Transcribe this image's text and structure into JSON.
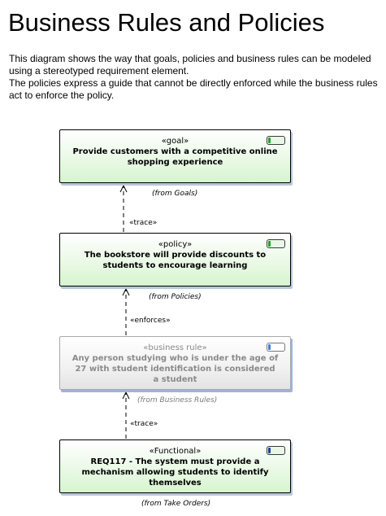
{
  "title": "Business Rules and Policies",
  "description": [
    "This diagram shows the way that goals, policies and business rules can be modeled using a stereotyped requirement element.",
    "The policies express a guide that cannot be directly enforced while the business rules act to enforce the policy."
  ],
  "elements": {
    "goal": {
      "stereotype": "«goal»",
      "name": "Provide customers with a competitive online shopping experience",
      "from": "(from Goals)",
      "badge_icon": "requirement-icon"
    },
    "policy": {
      "stereotype": "«policy»",
      "name": "The bookstore will provide discounts to students to encourage learning",
      "from": "(from Policies)",
      "badge_icon": "requirement-icon"
    },
    "business_rule": {
      "stereotype": "«business rule»",
      "name": "Any person studying who is under the age of 27 with student identification is considered a student",
      "from": "(from Business Rules)",
      "badge_icon": "requirement-icon"
    },
    "functional": {
      "stereotype": "«Functional»",
      "name": "REQ117 - The system must provide a mechanism allowing students to identify themselves",
      "from": "(from Take Orders)",
      "badge_icon": "requirement-icon"
    }
  },
  "connectors": {
    "policy_to_goal": "«trace»",
    "rule_to_policy": "«enforces»",
    "functional_to_rule": "«trace»"
  },
  "colors": {
    "element_fill": "#d6f5cf",
    "shadow": "#b9c6dc",
    "disabled_text": "#8a8a8a"
  }
}
